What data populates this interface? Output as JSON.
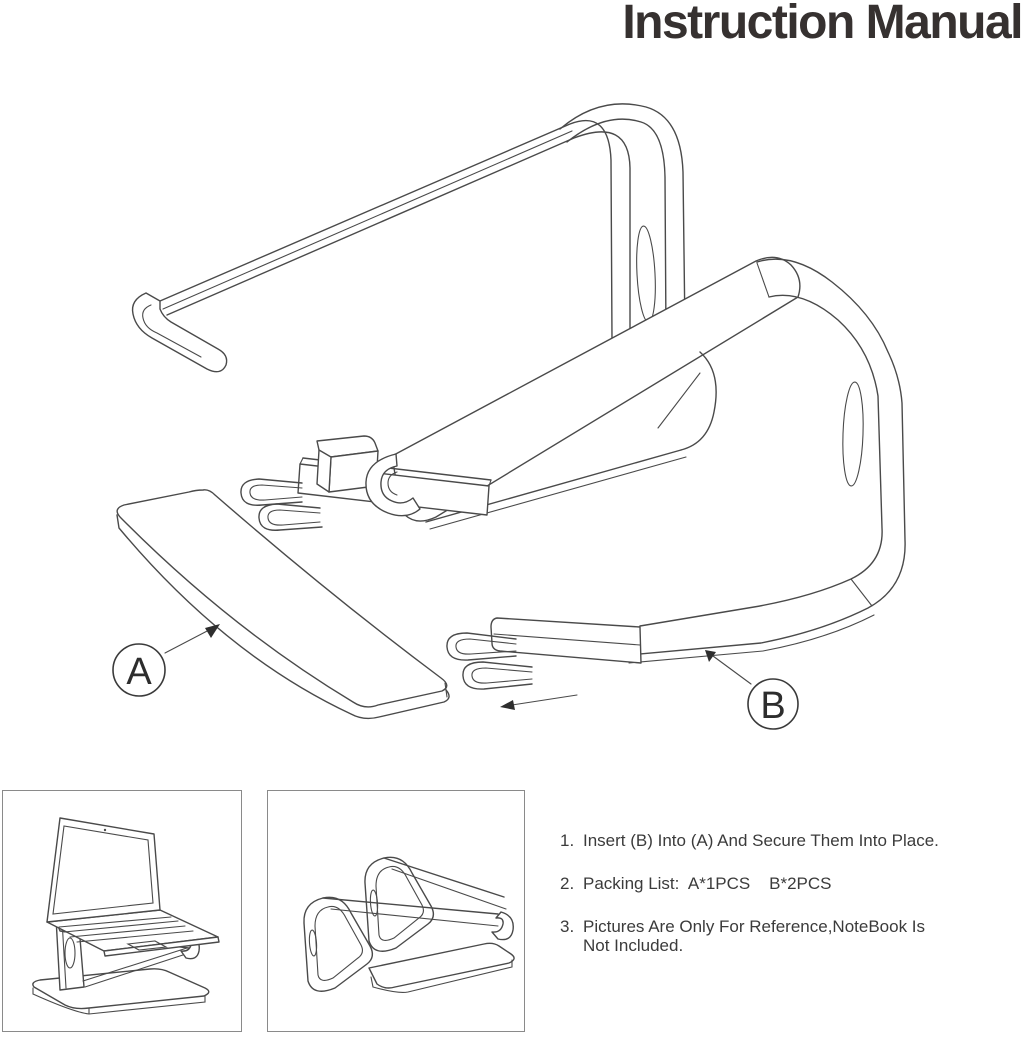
{
  "title": "Instruction Manual",
  "diagram": {
    "part_a_label": "A",
    "part_b_label": "B"
  },
  "instructions": {
    "items": [
      {
        "number": "1.",
        "lines": [
          "Insert (B) Into (A) And Secure Them Into Place.",
          ""
        ]
      },
      {
        "number": "2.",
        "lines": [
          "Packing List:  A*1PCS    B*2PCS",
          ""
        ]
      },
      {
        "number": "3.",
        "lines": [
          "Pictures Are Only For Reference,NoteBook Is",
          "Not Included."
        ]
      }
    ]
  },
  "colors": {
    "line": "#4a4a4a",
    "text": "#3b3b3b",
    "title": "#363130",
    "box_border": "#8a8a8a"
  }
}
